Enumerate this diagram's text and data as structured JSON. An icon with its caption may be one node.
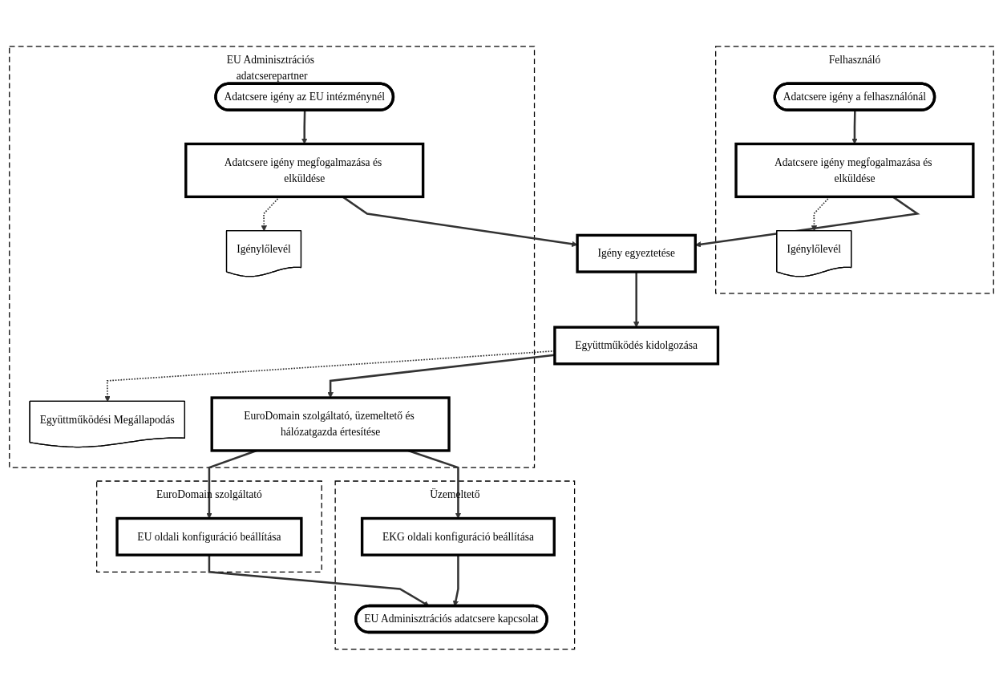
{
  "diagram": {
    "nodes": [
      {
        "text": [
          "Felhasználó"
        ]
      },
      {
        "text": [
          "EU Adminisztrációs adatcserepartner"
        ]
      },
      {
        "text": [
          "EuroDomain szolgáltató"
        ]
      },
      {
        "text": [
          "Üzemeltető"
        ]
      },
      {
        "text": [
          "Adatcsere igény a felhasználónál"
        ],
        "in": 0
      },
      {
        "text": [
          "Adatcsere igény megfogalmazása és elküldése"
        ],
        "in": 0
      },
      {
        "text": [
          "Igénylőlevél"
        ],
        "in": 0
      },
      {
        "text": [
          "Adatcsere igény az EU intézménynél"
        ],
        "in": 1
      },
      {
        "text": [
          "Adatcsere igény megfogalmazása és elküldése"
        ],
        "in": 1
      },
      {
        "text": [
          "Igénylőlevél"
        ],
        "in": 1
      },
      {
        "text": [
          "Igény egyeztetése"
        ]
      },
      {
        "text": [
          "Együttműködés kidolgozása"
        ]
      },
      {
        "text": [
          "Együttműködési Megállapodás"
        ],
        "in": 1
      },
      {
        "text": [
          "EuroDomain szolgáltató, üzemeltető és hálózatgazda értesítése"
        ],
        "in": 1
      },
      {
        "text": [
          "EU oldali konfiguráció beállítása"
        ],
        "in": 2
      },
      {
        "text": [
          "EKG oldali konfiguráció beállítása"
        ],
        "in": 3
      },
      {
        "text": [
          "EU Adminisztrációs adatcsere kapcsolat"
        ],
        "in": 3
      }
    ],
    "edges": [
      {
        "from": 4,
        "to": 5,
        "arrow": "to"
      },
      {
        "from": 5,
        "to": 6,
        "arrow": "to",
        "style": "dashed"
      },
      {
        "from": 5,
        "to": 10,
        "arrow": "to"
      },
      {
        "from": 7,
        "to": 8,
        "arrow": "to"
      },
      {
        "from": 8,
        "to": 9,
        "arrow": "to",
        "style": "dashed"
      },
      {
        "from": 8,
        "to": 10,
        "arrow": "to"
      },
      {
        "from": 10,
        "to": 11,
        "arrow": "to"
      },
      {
        "from": 11,
        "to": 12,
        "arrow": "to",
        "style": "dashed"
      },
      {
        "from": 11,
        "to": 13,
        "arrow": "to"
      },
      {
        "from": 13,
        "to": 14,
        "arrow": "to"
      },
      {
        "from": 13,
        "to": 15,
        "arrow": "to"
      },
      {
        "from": 14,
        "to": 16,
        "arrow": "to"
      },
      {
        "from": 15,
        "to": 16,
        "arrow": "to"
      }
    ]
  }
}
